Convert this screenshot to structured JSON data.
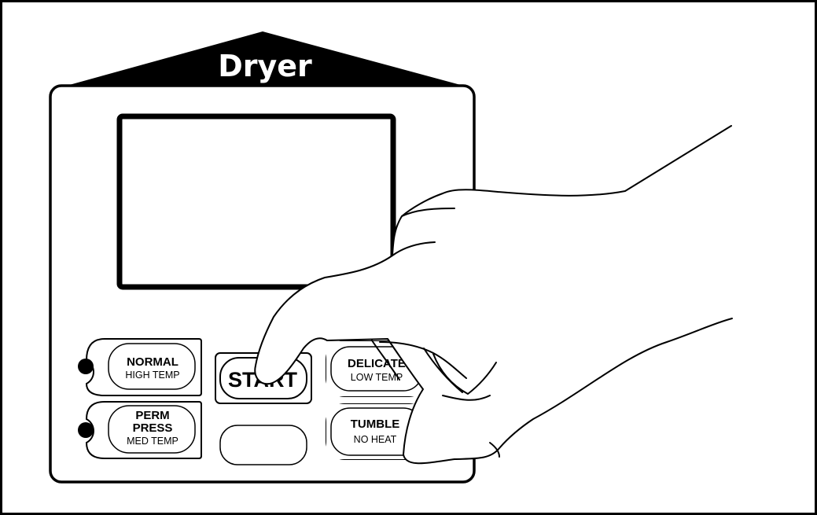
{
  "panel": {
    "title": "Dryer"
  },
  "buttons": {
    "normal": {
      "line1": "NORMAL",
      "line2": "HIGH TEMP"
    },
    "perm_press": {
      "line1": "PERM",
      "line2": "PRESS",
      "line3": "MED TEMP"
    },
    "start": {
      "label": "START"
    },
    "delicate": {
      "line1": "DELICATE",
      "line2": "LOW TEMP"
    },
    "tumble": {
      "line1": "TUMBLE",
      "line2": "NO HEAT"
    }
  },
  "colors": {
    "ink": "#000000",
    "paper": "#ffffff"
  }
}
